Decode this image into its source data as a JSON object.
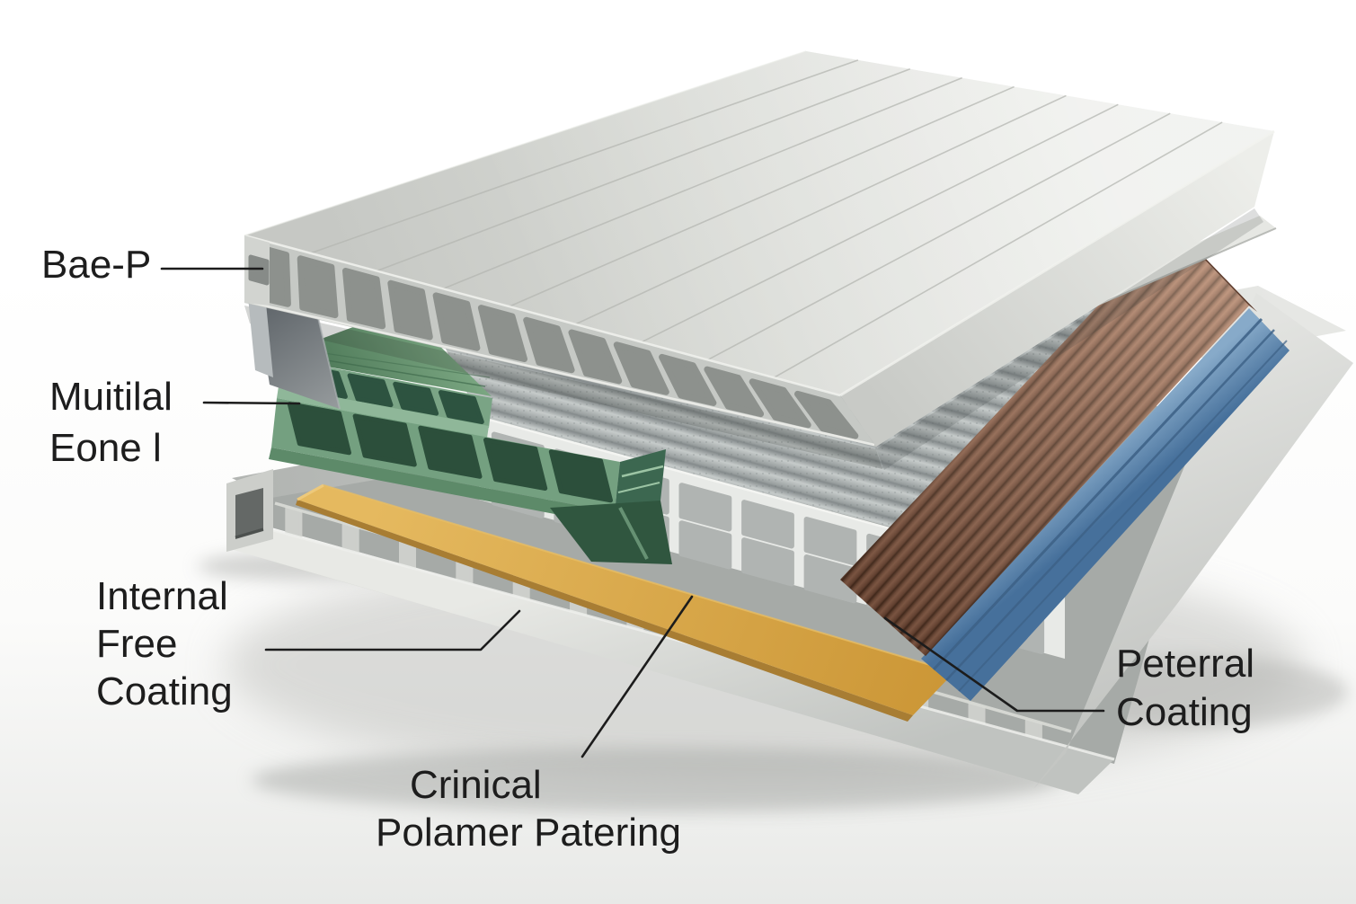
{
  "figure": {
    "kind": "exploded-layer-diagram",
    "background": "#ffffff"
  },
  "labels": {
    "base_panel": {
      "line1": "Bae-P"
    },
    "core": {
      "line1": "Muitilal",
      "line2": "Eone l"
    },
    "internal_coating": {
      "line1": "Internal",
      "line2": "Free",
      "line3": "Coating"
    },
    "polymer_pattern": {
      "line1": "Crinical",
      "line2": "Polamer Patering"
    },
    "outer_coating": {
      "line1": "Peterral",
      "line2": "Coating"
    }
  },
  "layers": [
    {
      "name": "top-cover-panel",
      "label": "Bae-P",
      "color": "#d8dad5"
    },
    {
      "name": "green-cellular-core",
      "label": "Muitilal Eone l",
      "color": "#4c7a58"
    },
    {
      "name": "silver-hollow-panel",
      "label": "",
      "color": "#9aa09f"
    },
    {
      "name": "amber-coating-sheet",
      "label": "Crinical Polamer Patering",
      "color": "#d9a94f"
    },
    {
      "name": "wood-grain-finned-layer",
      "label": "Peterral Coating",
      "color": "#7d5440"
    },
    {
      "name": "blue-membrane-layer",
      "label": "",
      "color": "#5d84aa"
    },
    {
      "name": "base-hollow-panel",
      "label": "Internal Free Coating",
      "color": "#c9cbc8"
    }
  ],
  "style": {
    "text_color": "#1d1d1d",
    "leader_color": "#1c1c1c"
  }
}
